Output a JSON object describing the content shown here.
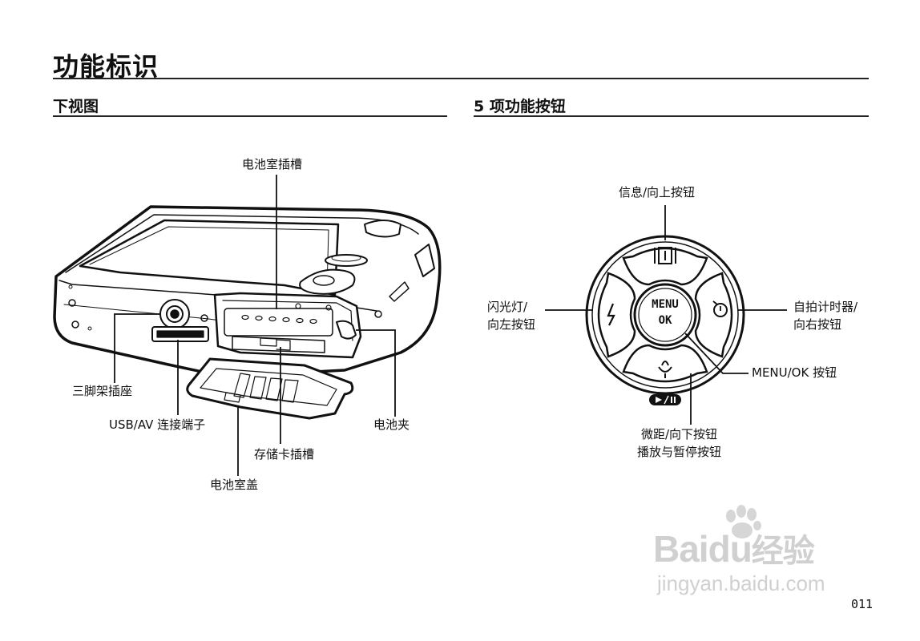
{
  "page": {
    "title": "功能标识",
    "page_number": "011"
  },
  "bottom_view": {
    "heading": "下视图",
    "labels": {
      "battery_slot": "电池室插槽",
      "tripod": "三脚架插座",
      "usb_av": "USB/AV 连接端子",
      "battery_cover": "电池室盖",
      "card_slot": "存储卡插槽",
      "battery_clip": "电池夹"
    }
  },
  "five_button": {
    "heading": "5 项功能按钮",
    "labels": {
      "up": "信息/向上按钮",
      "left_1": "闪光灯/",
      "left_2": "向左按钮",
      "right_1": "自拍计时器/",
      "right_2": "向右按钮",
      "center": "MENU/OK 按钮",
      "down_1": "微距/向下按钮",
      "down_2": "播放与暂停按钮"
    },
    "center_text_1": "MENU",
    "center_text_2": "OK"
  },
  "watermark": {
    "brand_1": "Bai",
    "brand_2": "du",
    "brand_cn": "经验",
    "url": "jingyan.baidu.com"
  }
}
